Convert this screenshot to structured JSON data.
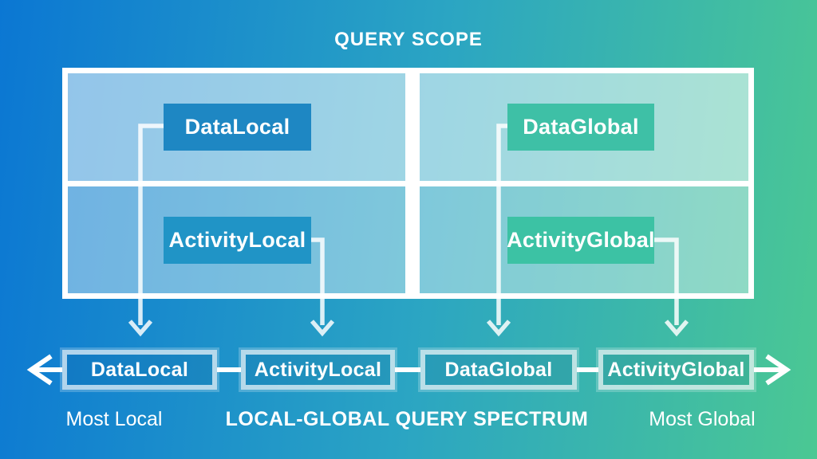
{
  "page": {
    "title": "QUERY SCOPE"
  },
  "colors": {
    "background_left": "#0b77d3",
    "background_right": "#4bc893",
    "matrix_cell_overlay_top": "rgba(255,255,255,0.55)",
    "matrix_cell_overlay_bottom": "rgba(255,255,255,0.40)",
    "data_local_accent": "#1e87c3",
    "data_global_accent": "#3ec0a6",
    "activity_local_accent": "#2094c6",
    "activity_global_accent": "#3cc2a4",
    "line_color": "#ffffff"
  },
  "matrix": {
    "boxes": [
      {
        "label": "DataLocal"
      },
      {
        "label": "DataGlobal"
      },
      {
        "label": "ActivityLocal"
      },
      {
        "label": "ActivityGlobal"
      }
    ]
  },
  "spectrum": {
    "items": [
      {
        "label": "DataLocal"
      },
      {
        "label": "ActivityLocal"
      },
      {
        "label": "DataGlobal"
      },
      {
        "label": "ActivityGlobal"
      }
    ],
    "left_label": "Most Local",
    "axis_label": "LOCAL-GLOBAL QUERY SPECTRUM",
    "right_label": "Most Global"
  },
  "icons": {
    "down_arrow": "chevron-down",
    "axis_left_arrow": "arrow-left",
    "axis_right_arrow": "arrow-right"
  }
}
